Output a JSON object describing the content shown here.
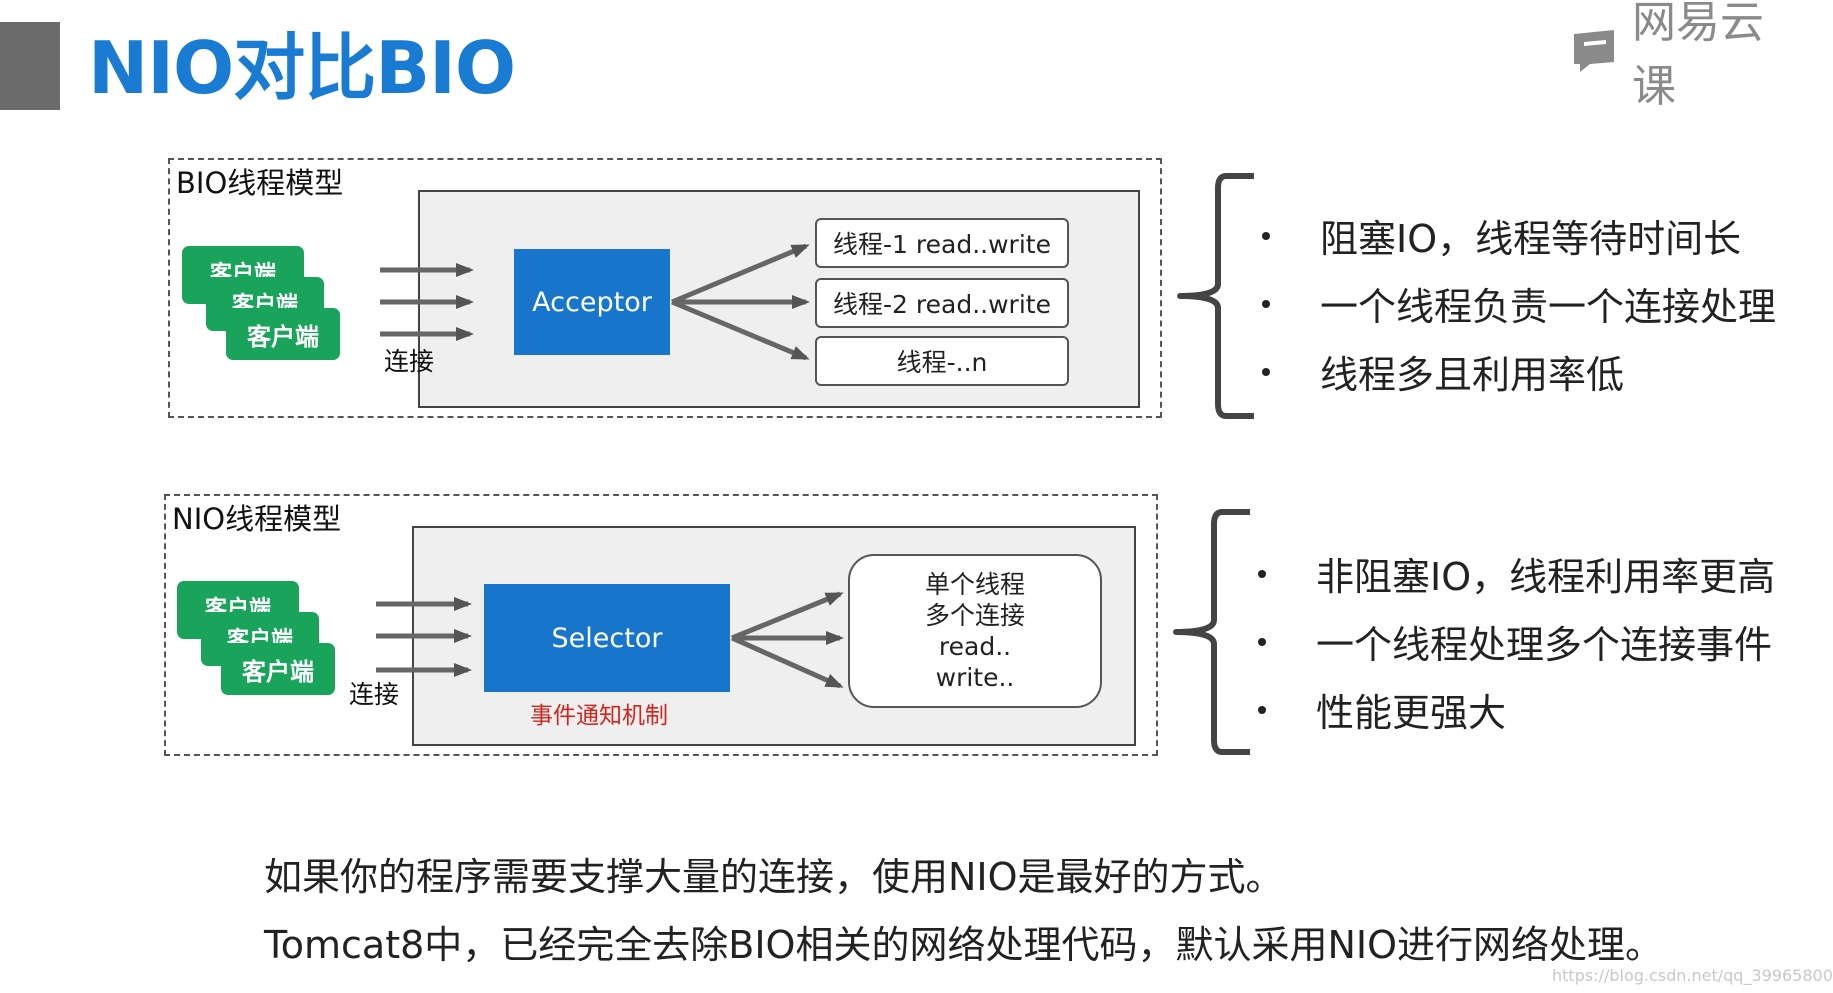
{
  "header": {
    "title": "NIO对比BIO",
    "logo_text": "网易云课"
  },
  "bio": {
    "label": "BIO线程模型",
    "clients": [
      "客户端",
      "客户端",
      "客户端"
    ],
    "connect_label": "连接",
    "acceptor_label": "Acceptor",
    "threads": [
      "线程-1 read..write",
      "线程-2 read..write",
      "线程-..n"
    ],
    "points": [
      "阻塞IO，线程等待时间长",
      "一个线程负责一个连接处理",
      "线程多且利用率低"
    ]
  },
  "nio": {
    "label": "NIO线程模型",
    "clients": [
      "客户端",
      "客户端",
      "客户端"
    ],
    "connect_label": "连接",
    "selector_label": "Selector",
    "event_label": "事件通知机制",
    "thread_lines": [
      "单个线程",
      "多个连接",
      "read..",
      "write.."
    ],
    "points": [
      "非阻塞IO，线程利用率更高",
      "一个线程处理多个连接事件",
      "性能更强大"
    ]
  },
  "footer": {
    "line1": "如果你的程序需要支撑大量的连接，使用NIO是最好的方式。",
    "line2": "Tomcat8中，已经完全去除BIO相关的网络处理代码，默认采用NIO进行网络处理。",
    "watermark": "https://blog.csdn.net/qq_39965800"
  },
  "colors": {
    "title": "#1a7bd2",
    "blue_box": "#1775cc",
    "client_green": "#1aa35a",
    "event_red": "#d0261f"
  }
}
